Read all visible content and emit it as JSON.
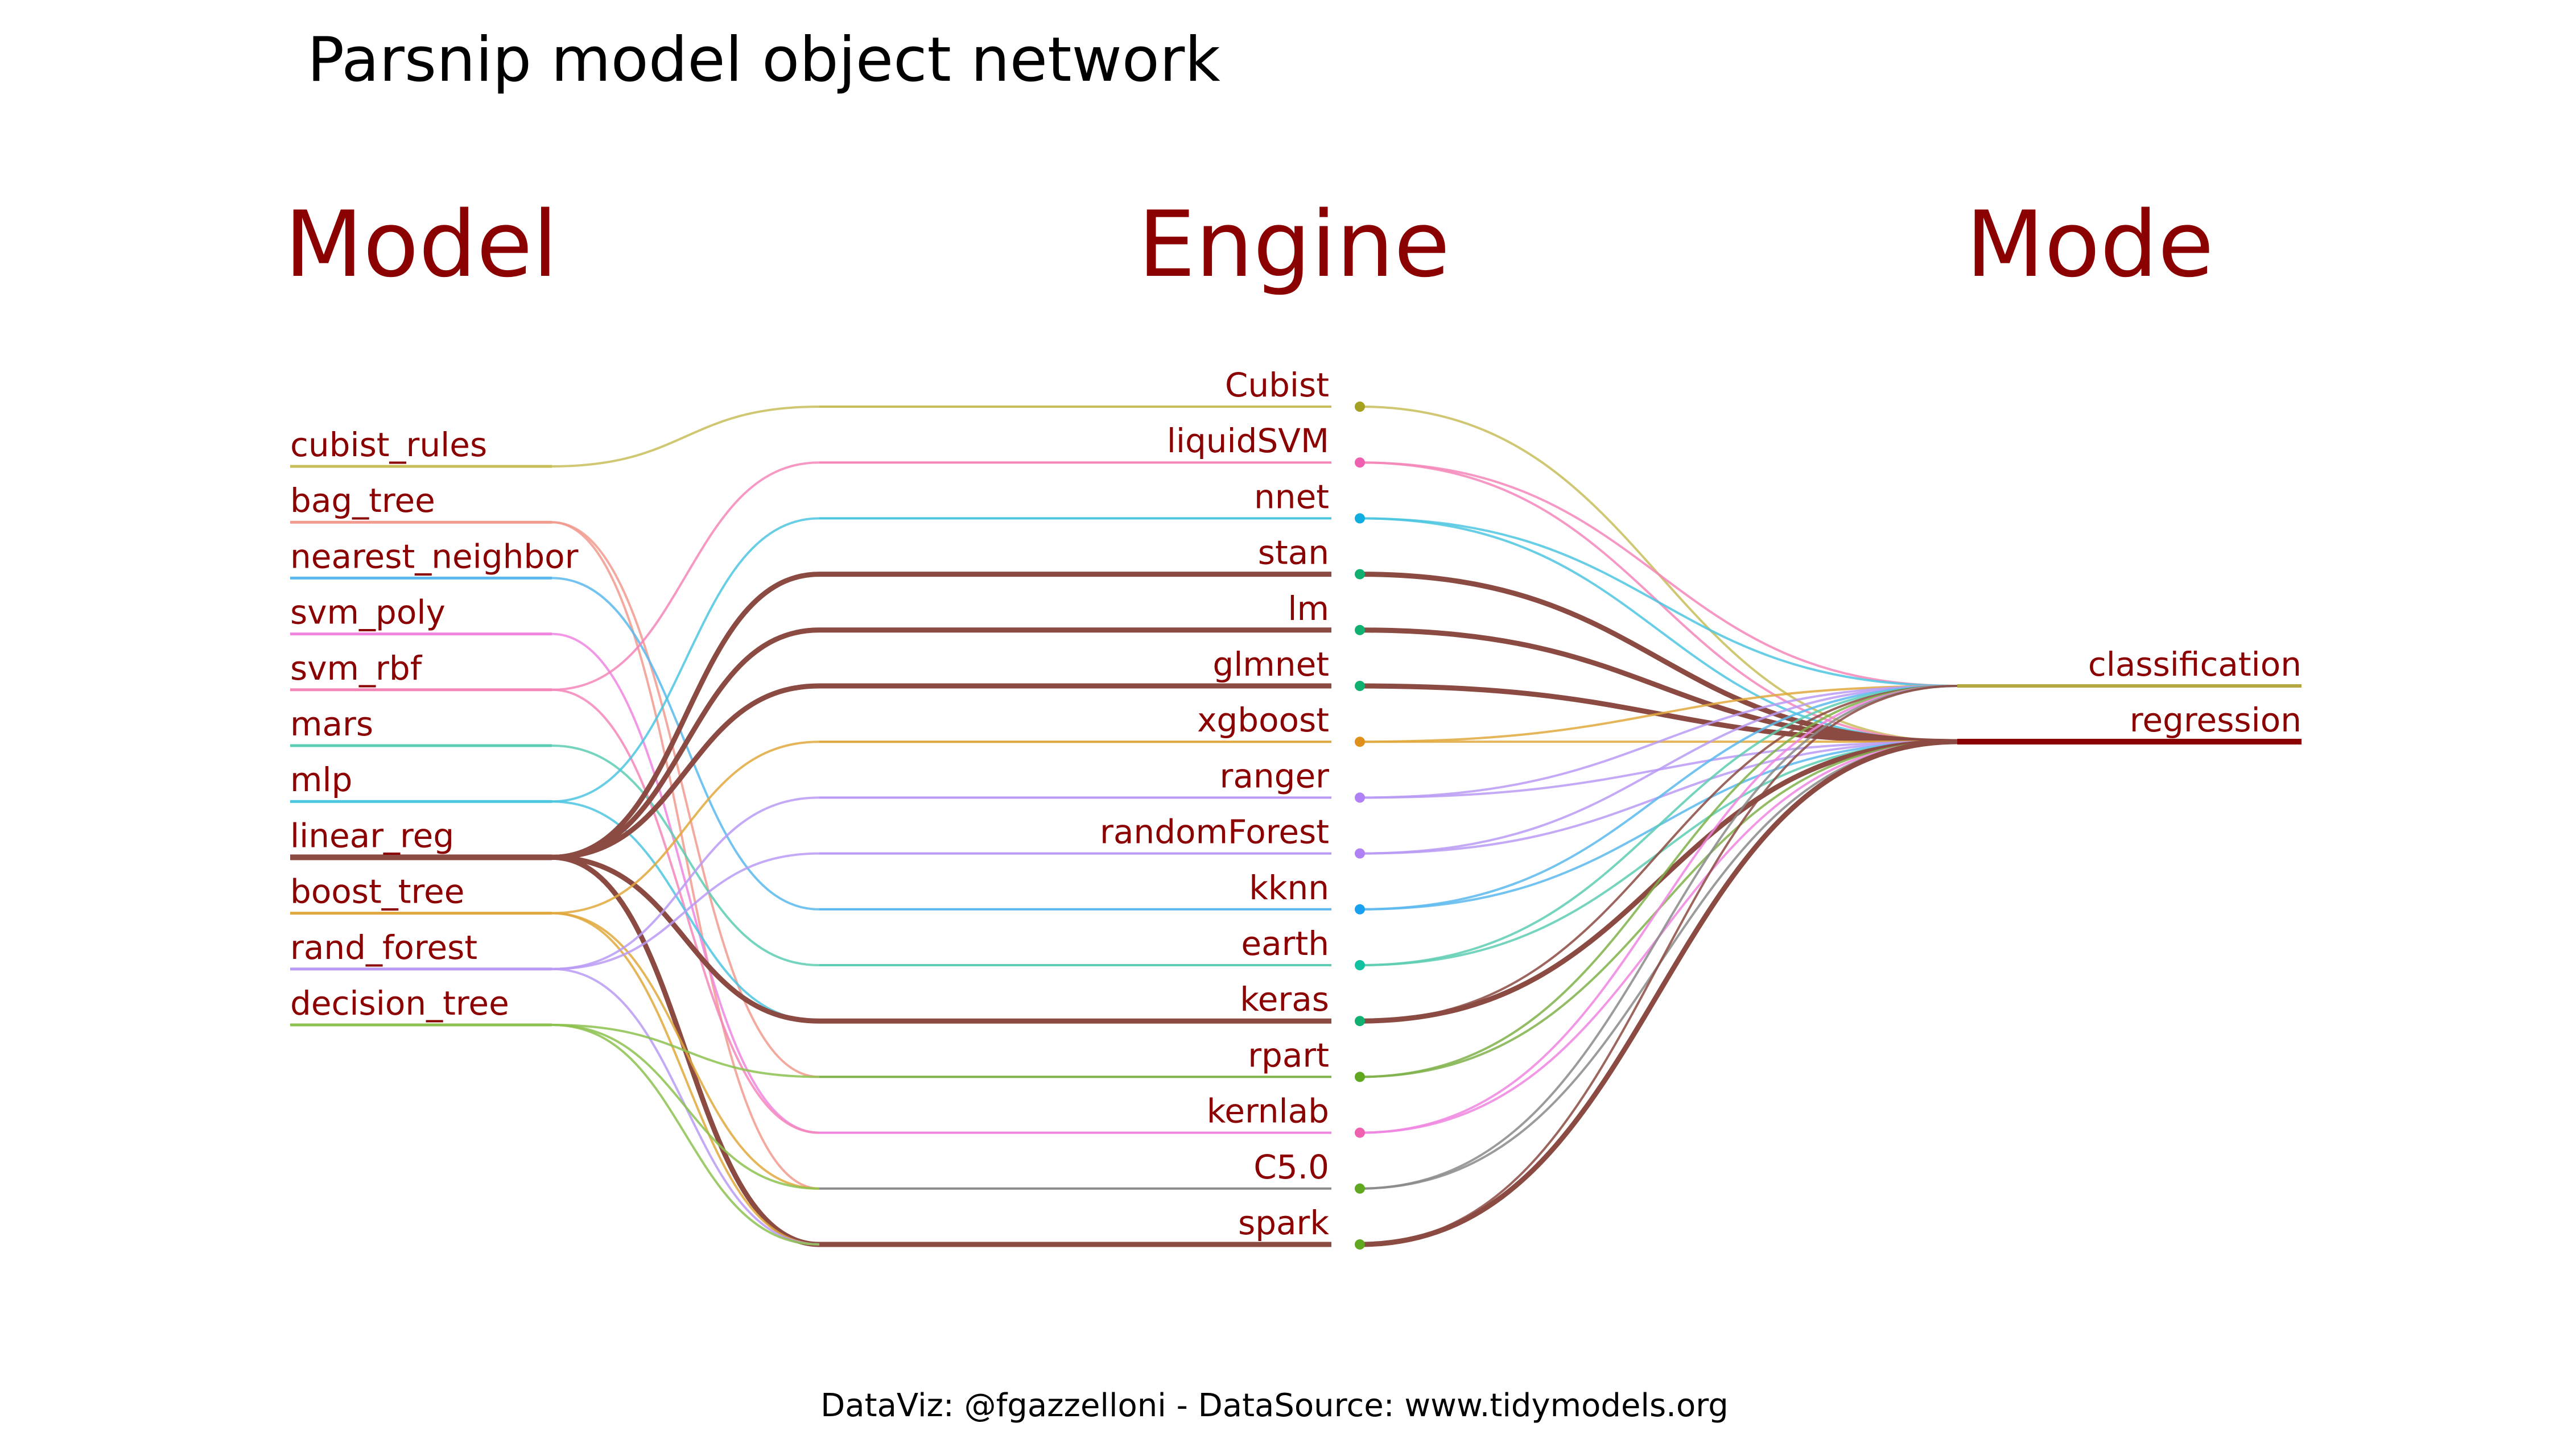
{
  "title": "Parsnip model object network",
  "columns": {
    "model": "Model",
    "engine": "Engine",
    "mode": "Mode"
  },
  "caption": "DataViz: @fgazzelloni - DataSource: www.tidymodels.org",
  "models": [
    "cubist_rules",
    "bag_tree",
    "nearest_neighbor",
    "svm_poly",
    "svm_rbf",
    "mars",
    "mlp",
    "linear_reg",
    "boost_tree",
    "rand_forest",
    "decision_tree"
  ],
  "engines": [
    "Cubist",
    "liquidSVM",
    "nnet",
    "stan",
    "lm",
    "glmnet",
    "xgboost",
    "ranger",
    "randomForest",
    "kknn",
    "earth",
    "keras",
    "rpart",
    "kernlab",
    "C5.0",
    "spark"
  ],
  "modes": [
    "classification",
    "regression"
  ],
  "colors": {
    "label": "#8b0000",
    "linear_reg": "#8b4a42",
    "cubist_rules": "#c8bd5a",
    "bag_tree": "#f29a8e",
    "nearest_neighbor": "#5bb8ef",
    "svm_poly": "#f085e0",
    "svm_rbf": "#f586b8",
    "mars": "#5ccdb2",
    "mlp": "#4cc6e0",
    "boost_tree": "#e0a83c",
    "rand_forest": "#b99af5",
    "decision_tree": "#8dc24f",
    "mode_regression": "#8b0000",
    "mode_classification": "#b5a642",
    "engine_dots": {
      "Cubist": "#a5a020",
      "liquidSVM": "#f060b0",
      "nnet": "#10aee0",
      "stan": "#10b070",
      "lm": "#10b070",
      "glmnet": "#10b070",
      "xgboost": "#e0901a",
      "ranger": "#b080f5",
      "randomForest": "#b080f5",
      "kknn": "#1aa0f0",
      "earth": "#10c0a0",
      "keras": "#10b070",
      "rpart": "#60a820",
      "kernlab": "#f060b0",
      "C5.0": "#60a820",
      "spark": "#60a820"
    }
  },
  "links_model_engine": [
    [
      "cubist_rules",
      "Cubist"
    ],
    [
      "bag_tree",
      "rpart"
    ],
    [
      "bag_tree",
      "C5.0"
    ],
    [
      "nearest_neighbor",
      "kknn"
    ],
    [
      "svm_poly",
      "kernlab"
    ],
    [
      "svm_rbf",
      "liquidSVM"
    ],
    [
      "svm_rbf",
      "kernlab"
    ],
    [
      "mars",
      "earth"
    ],
    [
      "mlp",
      "nnet"
    ],
    [
      "mlp",
      "keras"
    ],
    [
      "linear_reg",
      "stan"
    ],
    [
      "linear_reg",
      "lm"
    ],
    [
      "linear_reg",
      "glmnet"
    ],
    [
      "linear_reg",
      "keras"
    ],
    [
      "linear_reg",
      "spark"
    ],
    [
      "boost_tree",
      "xgboost"
    ],
    [
      "boost_tree",
      "C5.0"
    ],
    [
      "boost_tree",
      "spark"
    ],
    [
      "rand_forest",
      "ranger"
    ],
    [
      "rand_forest",
      "randomForest"
    ],
    [
      "rand_forest",
      "spark"
    ],
    [
      "decision_tree",
      "rpart"
    ],
    [
      "decision_tree",
      "C5.0"
    ],
    [
      "decision_tree",
      "spark"
    ]
  ],
  "links_engine_mode": [
    [
      "Cubist",
      "regression"
    ],
    [
      "liquidSVM",
      "classification"
    ],
    [
      "liquidSVM",
      "regression"
    ],
    [
      "nnet",
      "classification"
    ],
    [
      "nnet",
      "regression"
    ],
    [
      "stan",
      "regression"
    ],
    [
      "lm",
      "regression"
    ],
    [
      "glmnet",
      "regression"
    ],
    [
      "xgboost",
      "classification"
    ],
    [
      "xgboost",
      "regression"
    ],
    [
      "ranger",
      "classification"
    ],
    [
      "ranger",
      "regression"
    ],
    [
      "randomForest",
      "classification"
    ],
    [
      "randomForest",
      "regression"
    ],
    [
      "kknn",
      "classification"
    ],
    [
      "kknn",
      "regression"
    ],
    [
      "earth",
      "classification"
    ],
    [
      "earth",
      "regression"
    ],
    [
      "keras",
      "classification"
    ],
    [
      "keras",
      "regression"
    ],
    [
      "rpart",
      "classification"
    ],
    [
      "rpart",
      "regression"
    ],
    [
      "kernlab",
      "classification"
    ],
    [
      "kernlab",
      "regression"
    ],
    [
      "C5.0",
      "classification"
    ],
    [
      "C5.0",
      "regression"
    ],
    [
      "spark",
      "classification"
    ],
    [
      "spark",
      "regression"
    ]
  ]
}
